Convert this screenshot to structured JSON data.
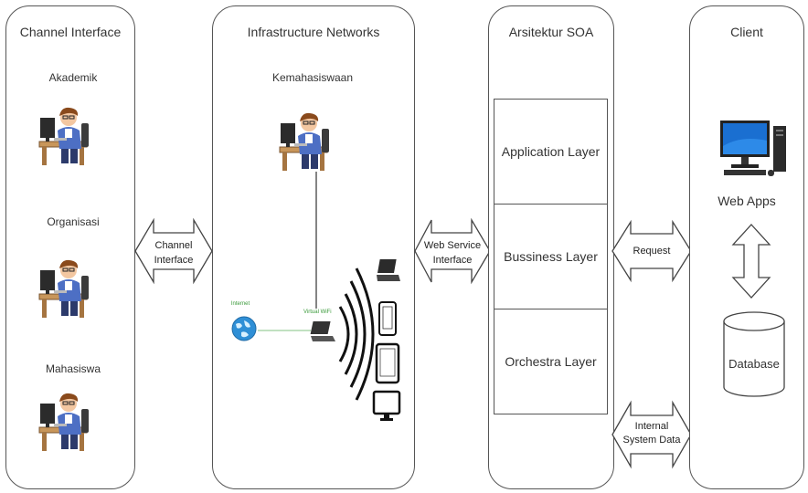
{
  "panels": {
    "channel": {
      "title": "Channel Interface",
      "users": [
        "Akademik",
        "Organisasi",
        "Mahasiswa"
      ]
    },
    "infrastructure": {
      "title": "Infrastructure Networks",
      "user": "Kemahasiswaan",
      "internet_label": "Internet",
      "router_label": "Virtual WiFi"
    },
    "soa": {
      "title": "Arsitektur SOA",
      "layers": [
        "Application Layer",
        "Bussiness Layer",
        "Orchestra Layer"
      ]
    },
    "client": {
      "title": "Client",
      "web_apps": "Web Apps",
      "database": "Database"
    }
  },
  "arrows": {
    "channel_interface": [
      "Channel",
      "Interface"
    ],
    "web_service_interface": [
      "Web Service",
      "Interface"
    ],
    "request": "Request",
    "internal_system_data": [
      "Internal",
      "System Data"
    ]
  },
  "icons": [
    "person-at-desk-icon",
    "globe-icon",
    "laptop-icon",
    "wifi-waves-icon",
    "smartphone-icon",
    "tablet-icon",
    "monitor-icon",
    "desktop-computer-icon",
    "database-cylinder-icon"
  ]
}
